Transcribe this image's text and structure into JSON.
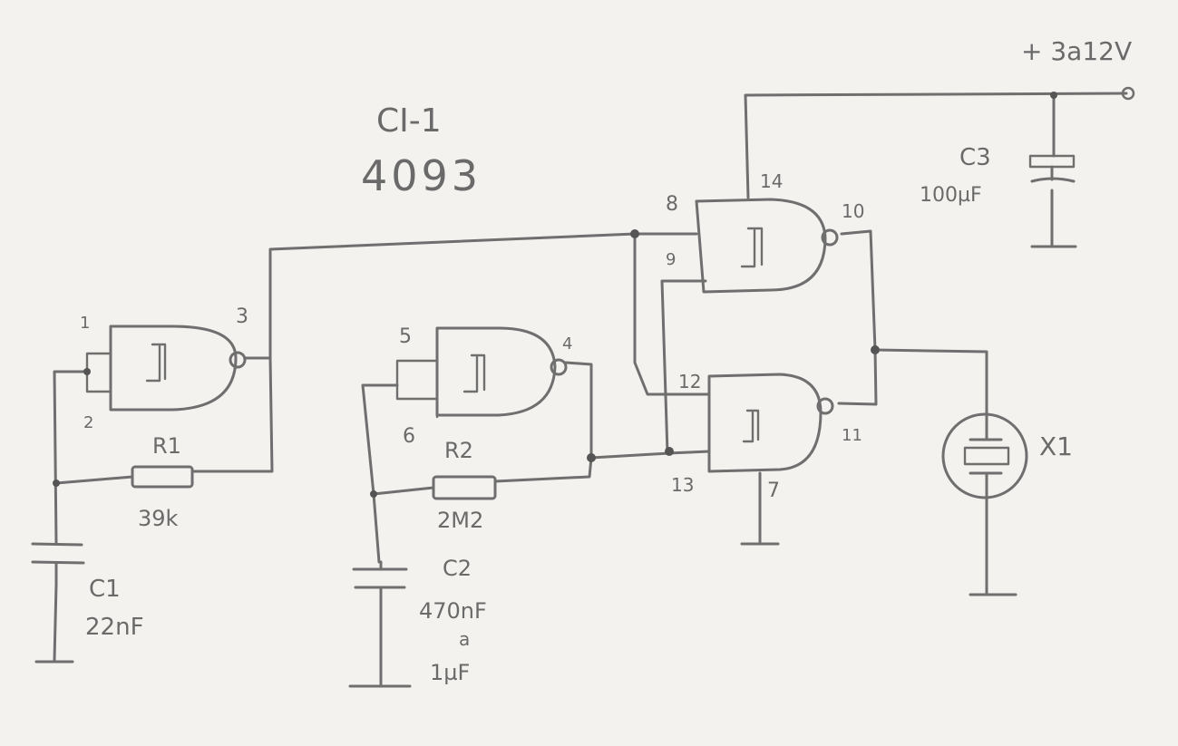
{
  "chip": {
    "name": "CI-1",
    "part": "4093"
  },
  "supply": "+ 3a12V",
  "pins": {
    "p1": "1",
    "p2": "2",
    "p3": "3",
    "p4": "4",
    "p5": "5",
    "p6": "6",
    "p7": "7",
    "p8": "8",
    "p9": "9",
    "p10": "10",
    "p11": "11",
    "p12": "12",
    "p13": "13",
    "p14": "14"
  },
  "components": {
    "r1": {
      "ref": "R1",
      "value": "39k"
    },
    "r2": {
      "ref": "R2",
      "value": "2M2"
    },
    "c1": {
      "ref": "C1",
      "value": "22nF"
    },
    "c2": {
      "ref": "C2",
      "value": "470nF",
      "alt_sep": "a",
      "alt_value": "1µF"
    },
    "c3": {
      "ref": "C3",
      "value": "100µF"
    },
    "x1": {
      "ref": "X1"
    }
  },
  "colors": {
    "paper": "#f3f2ee",
    "pencil": "#6f6f6f"
  }
}
